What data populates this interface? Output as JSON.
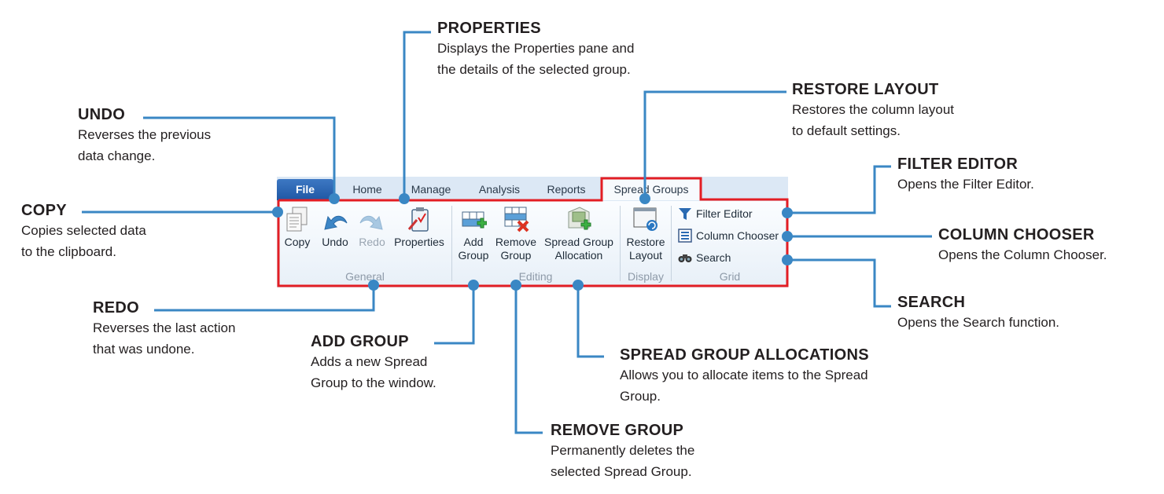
{
  "ribbon": {
    "tabs": [
      {
        "label": "File"
      },
      {
        "label": "Home"
      },
      {
        "label": "Manage"
      },
      {
        "label": "Analysis"
      },
      {
        "label": "Reports"
      },
      {
        "label": "Spread Groups",
        "active": true
      }
    ],
    "groups": {
      "general": {
        "label": "General",
        "buttons": [
          {
            "label": "Copy",
            "icon": "copy-icon"
          },
          {
            "label": "Undo",
            "icon": "undo-icon"
          },
          {
            "label": "Redo",
            "icon": "redo-icon",
            "disabled": true
          },
          {
            "label": "Properties",
            "icon": "properties-icon"
          }
        ]
      },
      "editing": {
        "label": "Editing",
        "buttons": [
          {
            "line1": "Add",
            "line2": "Group",
            "icon": "add-group-icon"
          },
          {
            "line1": "Remove",
            "line2": "Group",
            "icon": "remove-group-icon"
          },
          {
            "line1": "Spread Group",
            "line2": "Allocation",
            "icon": "spread-group-allocation-icon"
          }
        ]
      },
      "display": {
        "label": "Display",
        "buttons": [
          {
            "line1": "Restore",
            "line2": "Layout",
            "icon": "restore-layout-icon"
          }
        ]
      },
      "grid": {
        "label": "Grid",
        "buttons": [
          {
            "label": "Filter Editor",
            "icon": "filter-icon"
          },
          {
            "label": "Column Chooser",
            "icon": "column-chooser-icon"
          },
          {
            "label": "Search",
            "icon": "binoculars-icon"
          }
        ]
      }
    }
  },
  "callouts": {
    "properties": {
      "title": "PROPERTIES",
      "line1": "Displays the Properties pane and",
      "line2": "the details of the selected group."
    },
    "undo": {
      "title": "UNDO",
      "line1": "Reverses the previous",
      "line2": "data change."
    },
    "copy": {
      "title": "COPY",
      "line1": "Copies selected data",
      "line2": "to the clipboard."
    },
    "redo": {
      "title": "REDO",
      "line1": "Reverses the last action",
      "line2": "that was undone."
    },
    "add_group": {
      "title": "ADD GROUP",
      "line1": "Adds a new Spread",
      "line2": "Group to the window."
    },
    "remove_group": {
      "title": "REMOVE GROUP",
      "line1": "Permanently deletes the",
      "line2": "selected Spread Group."
    },
    "spread_group_allocations": {
      "title": "SPREAD GROUP ALLOCATIONS",
      "line1": "Allows you to allocate items to the Spread",
      "line2": "Group."
    },
    "restore_layout": {
      "title": "RESTORE LAYOUT",
      "line1": "Restores the column layout",
      "line2": "to default settings."
    },
    "filter_editor": {
      "title": "FILTER EDITOR",
      "line1": "Opens the Filter Editor."
    },
    "column_chooser": {
      "title": "COLUMN CHOOSER",
      "line1": "Opens the Column Chooser."
    },
    "search": {
      "title": "SEARCH",
      "line1": "Opens the Search function."
    }
  },
  "colors": {
    "leader": "#3a87c4",
    "highlight": "#e31e24",
    "file_tab": "#2a63ae"
  }
}
